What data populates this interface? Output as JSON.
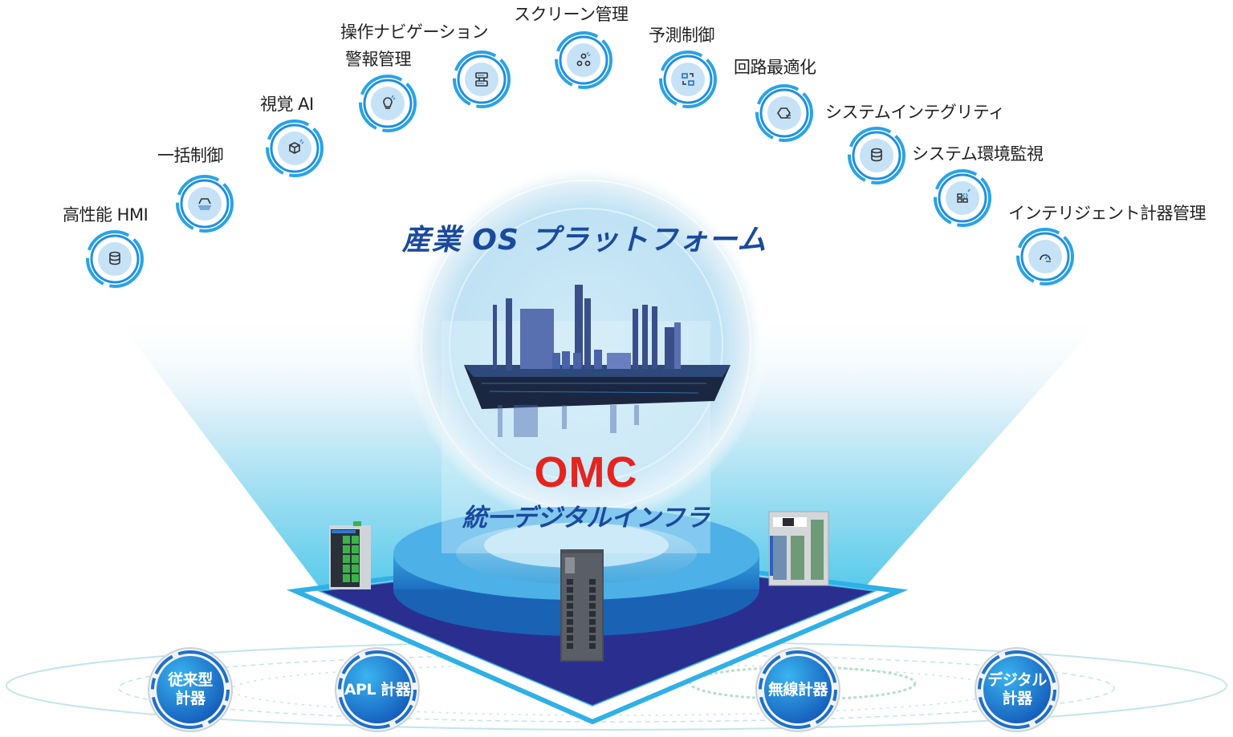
{
  "diagram": {
    "platform_title": "産業 OS プラットフォーム",
    "omc_title": "OMC",
    "infra_title": "統一デジタルインフラ",
    "colors": {
      "title_blue": "#1a4a9c",
      "omc_red": "#e52420",
      "ring_blue": "#2aa3e6",
      "ring_dark": "#1f6fc9",
      "badge_blue": "#1e7fd4",
      "diamond_navy": "#2a2f8f",
      "diamond_cyan": "#2fb0e6",
      "beam_cyan": "#4fc6e8"
    }
  },
  "applications": [
    {
      "label": "高性能 HMI",
      "icon": "database-icon"
    },
    {
      "label": "一括制御",
      "icon": "dome-icon"
    },
    {
      "label": "視覚 AI",
      "icon": "cube-icon"
    },
    {
      "label": "警報管理",
      "icon": "lightbulb-icon"
    },
    {
      "label": "操作ナビゲーション",
      "icon": "server-icon"
    },
    {
      "label": "スクリーン管理",
      "icon": "circles-icon"
    },
    {
      "label": "予測制御",
      "icon": "squares-icon"
    },
    {
      "label": "回路最適化",
      "icon": "hexagon-icon"
    },
    {
      "label": "システムインテグリティ",
      "icon": "database-icon"
    },
    {
      "label": "システム環境監視",
      "icon": "grid-icon"
    },
    {
      "label": "インテリジェント計器管理",
      "icon": "gauge-icon"
    }
  ],
  "devices": [
    {
      "line1": "従来型",
      "line2": "計器"
    },
    {
      "line1": "APL 計器",
      "line2": ""
    },
    {
      "line1": "無線計器",
      "line2": ""
    },
    {
      "line1": "デジタル",
      "line2": "計器"
    }
  ],
  "hardware": [
    {
      "name": "io-module"
    },
    {
      "name": "controller-rack"
    },
    {
      "name": "cabinet-panel"
    }
  ]
}
